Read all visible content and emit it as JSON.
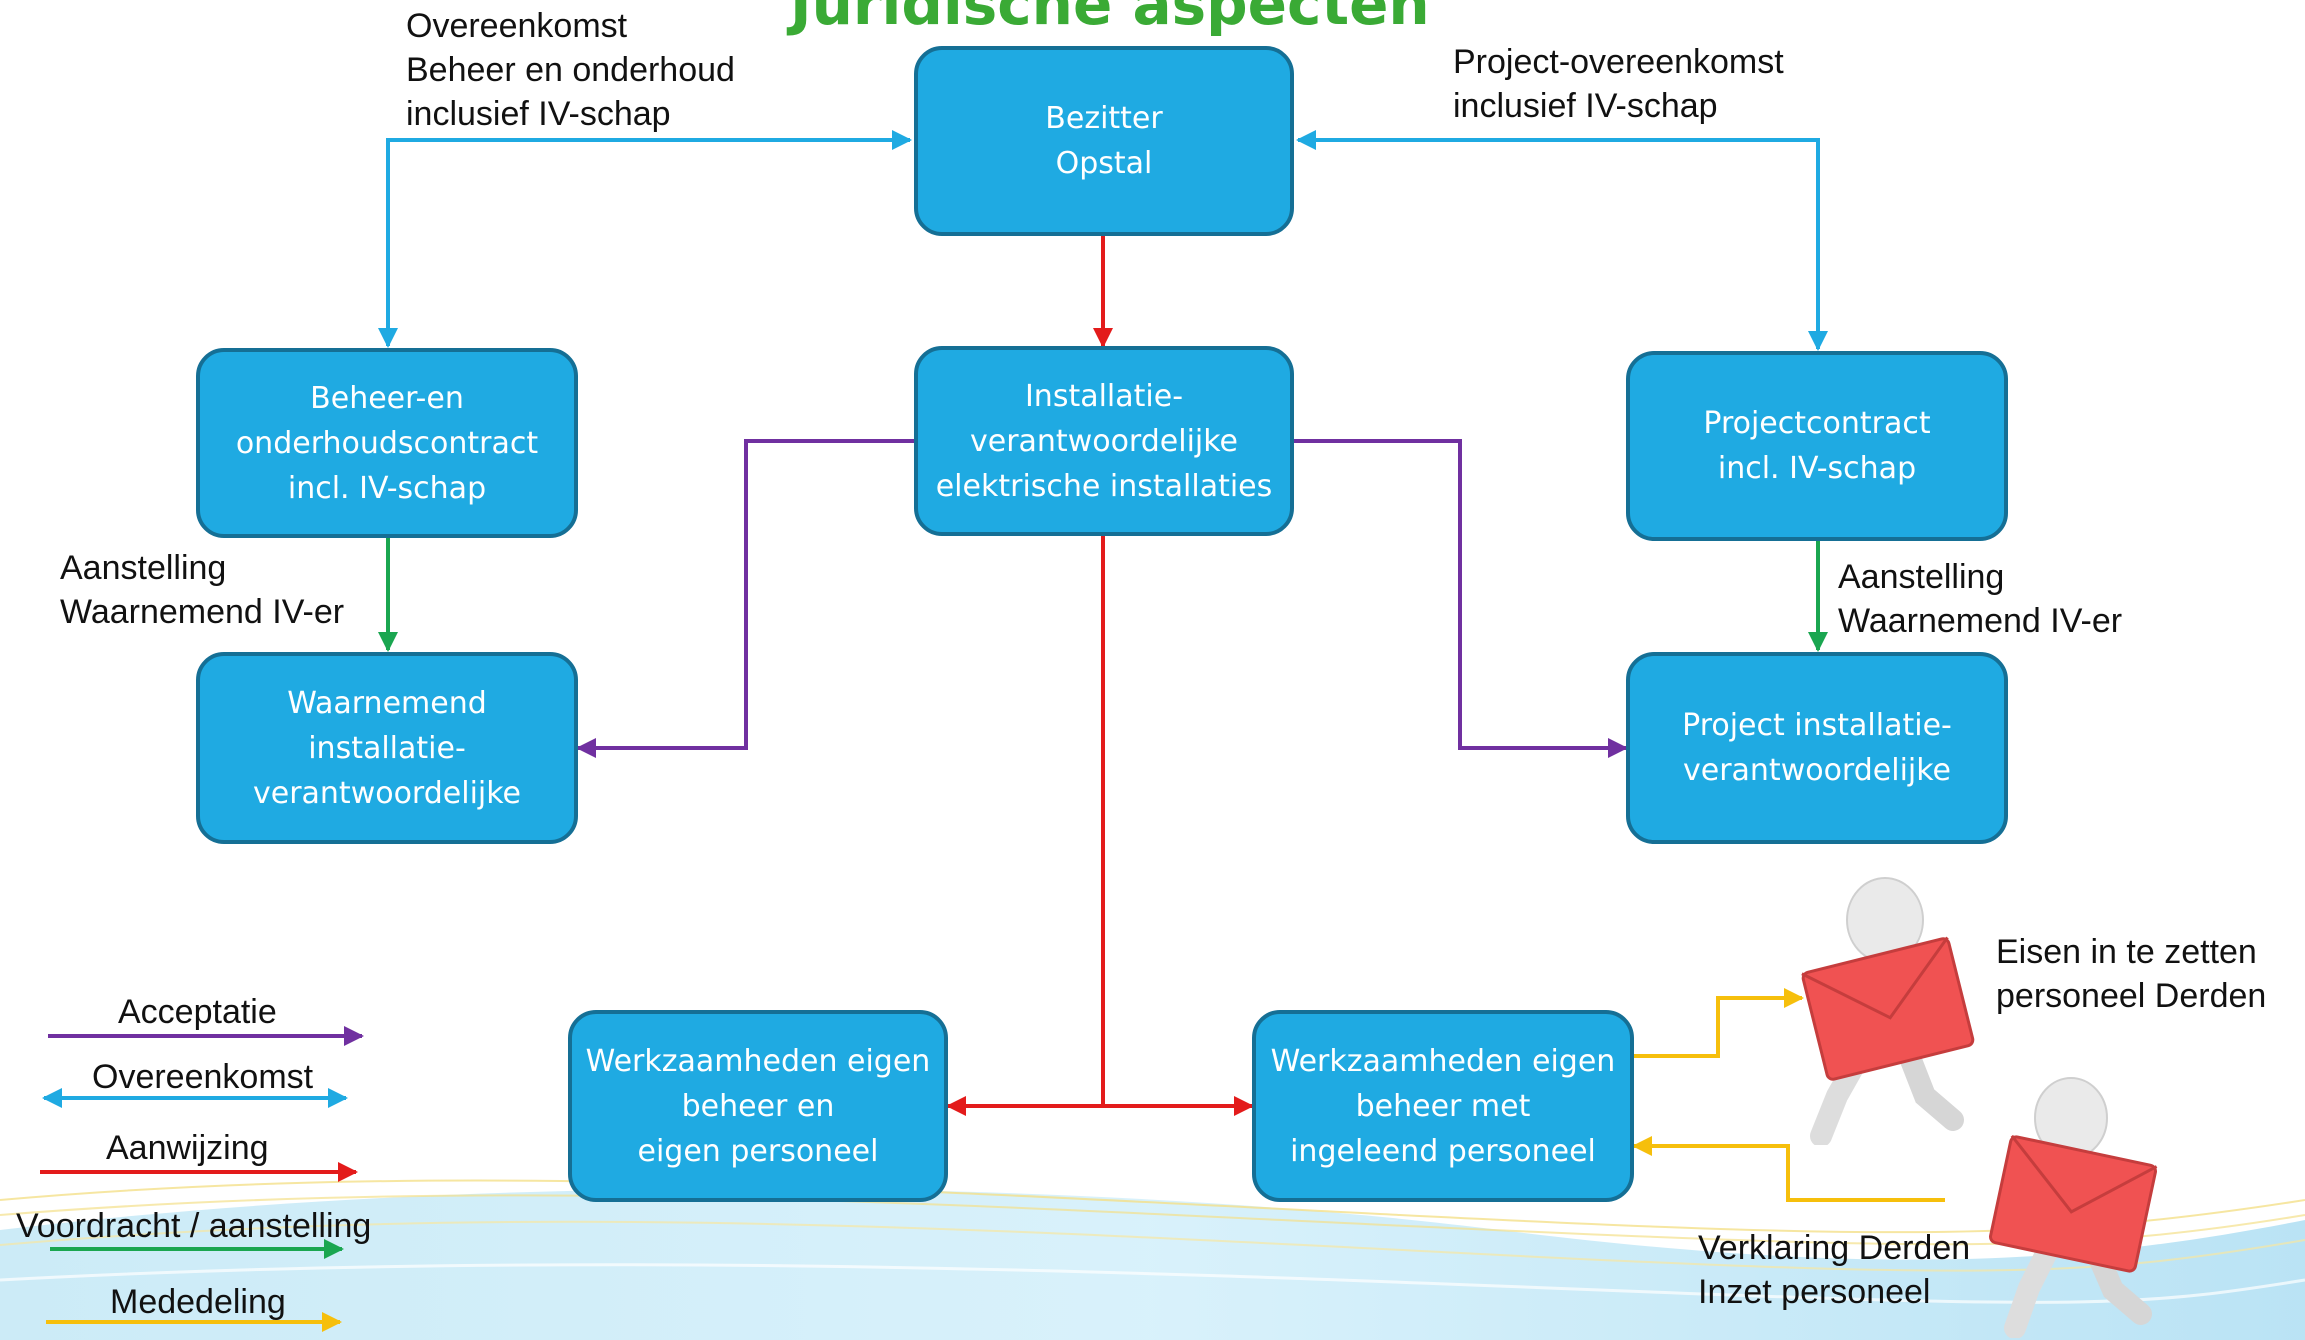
{
  "title": "Juridische aspecten",
  "nodes": {
    "bezitter": "Bezitter\nOpstal",
    "beheer_contract": "Beheer-en\nonderhoudscontract\nincl. IV-schap",
    "installatie_verantwoordelijke": "Installatie-\nverantwoordelijke\nelektrische installaties",
    "projectcontract": "Projectcontract\nincl. IV-schap",
    "waarnemend": "Waarnemend\ninstallatie-\nverantwoordelijke",
    "project_iv": "Project installatie-\nverantwoordelijke",
    "eigen_personeel": "Werkzaamheden eigen\nbeheer en\neigen personeel",
    "ingeleend_personeel": "Werkzaamheden eigen\nbeheer met\ningeleend personeel"
  },
  "labels": {
    "overeenkomst_beheer": "Overeenkomst\nBeheer en onderhoud\ninclusief IV-schap",
    "project_overeenkomst": "Project-overeenkomst\ninclusief IV-schap",
    "aanstelling_left": "Aanstelling\nWaarnemend IV-er",
    "aanstelling_right": "Aanstelling\nWaarnemend IV-er",
    "eisen": "Eisen in te zetten\npersoneel Derden",
    "verklaring": "Verklaring Derden\nInzet personeel"
  },
  "legend": {
    "acceptatie": "Acceptatie",
    "overeenkomst": "Overeenkomst",
    "aanwijzing": "Aanwijzing",
    "voordracht": "Voordracht / aanstelling",
    "mededeling": "Mededeling"
  },
  "colors": {
    "node_fill": "#1faae2",
    "node_border": "#156f95",
    "title": "#3aaa35",
    "acceptatie": "#7030a0",
    "overeenkomst": "#1faae2",
    "aanwijzing": "#e31b1b",
    "voordracht": "#1aa650",
    "mededeling": "#f6bf0c",
    "envelope": "#f05252"
  },
  "icons": {
    "runner": "figure-carrying-envelope-icon"
  }
}
